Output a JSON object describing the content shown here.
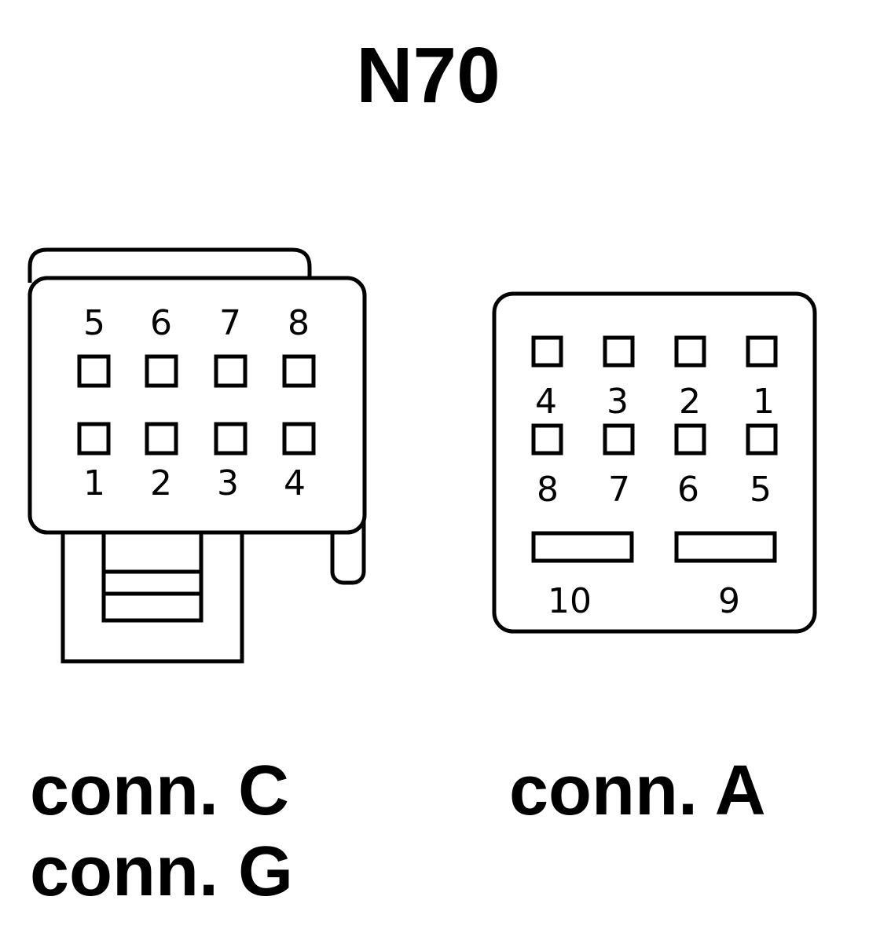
{
  "title": "N70",
  "left_connector": {
    "captions": [
      "conn. C",
      "conn. G"
    ],
    "top_row_pins": [
      "5",
      "6",
      "7",
      "8"
    ],
    "bottom_row_pins": [
      "1",
      "2",
      "3",
      "4"
    ]
  },
  "right_connector": {
    "caption": "conn. A",
    "row1_pins": [
      "4",
      "3",
      "2",
      "1"
    ],
    "row2_pins": [
      "8",
      "7",
      "6",
      "5"
    ],
    "slot_pins": [
      "10",
      "9"
    ]
  }
}
